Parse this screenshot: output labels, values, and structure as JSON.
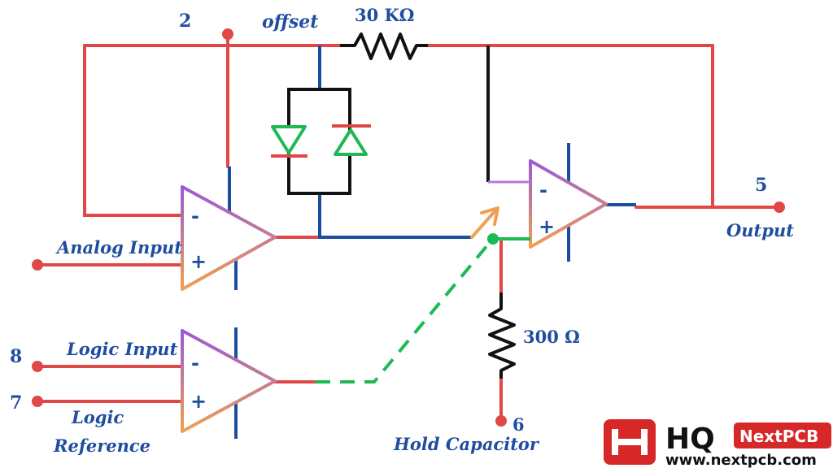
{
  "labels": {
    "pin_2": "2",
    "offset": "offset",
    "r_feedback": "30 KΩ",
    "pin_5": "5",
    "output": "Output",
    "analog_input": "Analog Input",
    "logic_input": "Logic Input",
    "pin_8": "8",
    "pin_7": "7",
    "logic_reference": "Logic Reference",
    "logic_reference_line1": "Logic",
    "logic_reference_line2": "Reference",
    "r_hold": "300 Ω",
    "pin_6": "6",
    "hold_capacitor": "Hold Capacitor"
  },
  "signs": {
    "minus": "-",
    "plus": "+"
  },
  "logo": {
    "hq": "HQ",
    "brand": "NextPCB",
    "url": "www.nextpcb.com"
  },
  "colors": {
    "wire_red": "#e04848",
    "wire_blue": "#1a4fa0",
    "wire_black": "#111111",
    "wire_green": "#1db954",
    "opamp_purple": "#9b59d6",
    "opamp_orange": "#f0a050",
    "diode_green": "#1db954",
    "diode_red": "#e04848",
    "label_blue": "#1f4e9e",
    "logo_red": "#d62828"
  }
}
